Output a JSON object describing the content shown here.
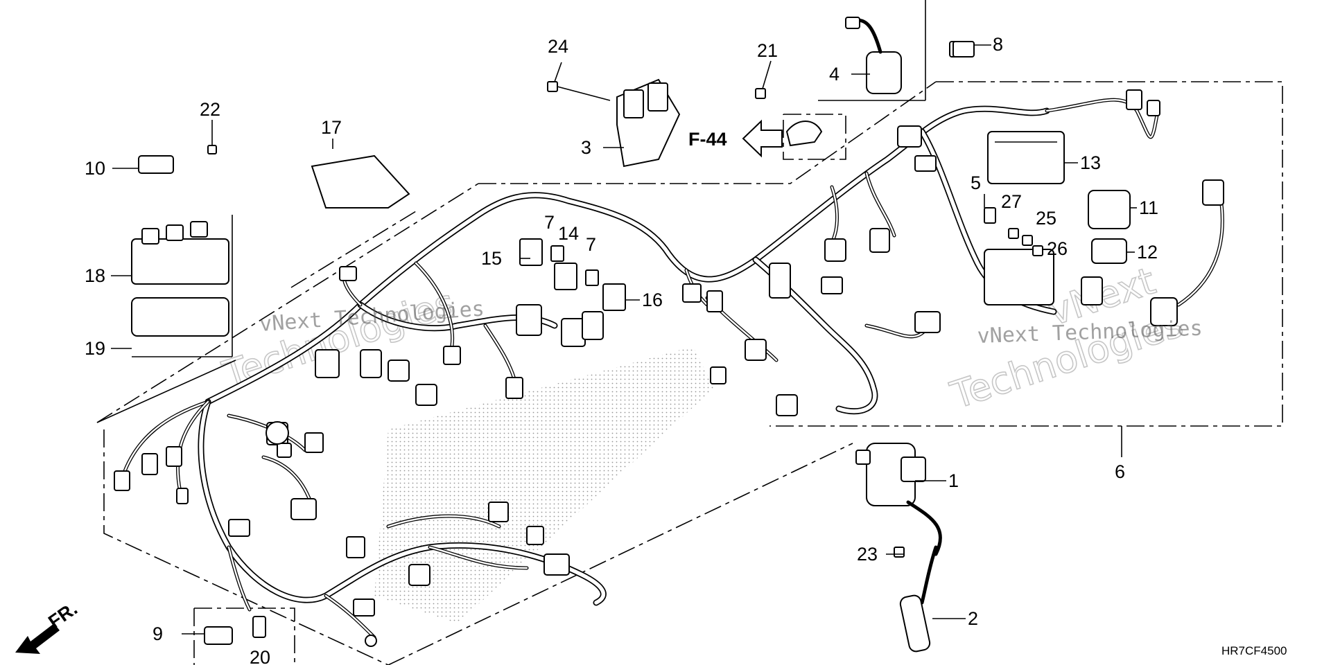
{
  "diagram": {
    "callouts": [
      "1",
      "2",
      "3",
      "4",
      "5",
      "6",
      "7",
      "7",
      "8",
      "9",
      "10",
      "11",
      "12",
      "13",
      "14",
      "15",
      "16",
      "17",
      "18",
      "19",
      "20",
      "21",
      "22",
      "23",
      "24",
      "25",
      "26",
      "27"
    ],
    "reference": "F-44",
    "diagram_code": "HR7CF4500",
    "direction_label": "FR.",
    "watermarks": [
      "vNext Technologies",
      "Technologies",
      "vNext Technologies",
      "Technologies",
      "vNext"
    ]
  }
}
